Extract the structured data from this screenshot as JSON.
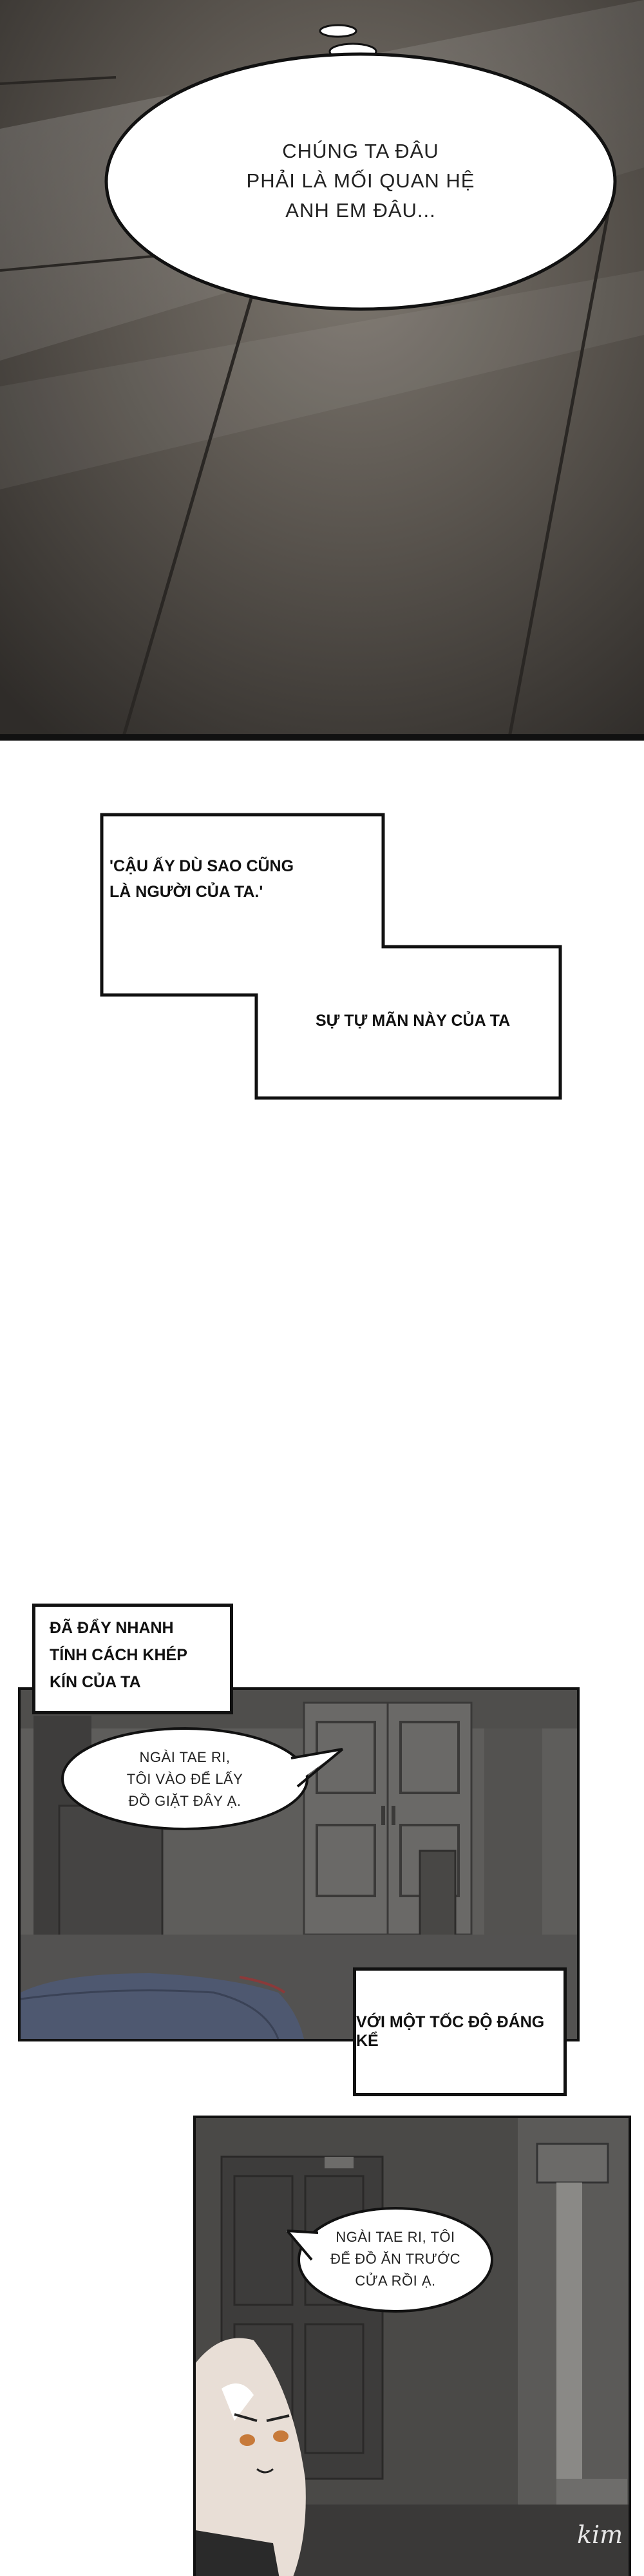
{
  "panel1": {
    "bubble_lines": [
      "CHÚNG TA ĐÂU",
      "PHẢI LÀ MỐI QUAN HỆ",
      "ANH EM ĐÂU..."
    ]
  },
  "caption1": {
    "lines": [
      "'CẬU ẤY DÙ SAO CŨNG",
      "LÀ NGƯỜI CỦA TA.'"
    ]
  },
  "caption2": {
    "text": "SỰ TỰ MÃN NÀY CỦA TA"
  },
  "caption3": {
    "lines": [
      "ĐÃ ĐẨY NHANH",
      "TÍNH CÁCH KHÉP",
      "KÍN CỦA TA"
    ]
  },
  "panel2": {
    "bubble_lines": [
      "NGÀI TAE RI,",
      "TÔI VÀO ĐỂ LẤY",
      "ĐỒ GIẶT ĐÂY Ạ."
    ]
  },
  "caption4": {
    "text": "VỚI MỘT TỐC ĐỘ ĐÁNG KỂ"
  },
  "panel3": {
    "bubble_lines": [
      "NGÀI TAE RI, TÔI",
      "ĐỂ ĐỒ ĂN TRƯỚC",
      "CỬA RỒI Ạ."
    ]
  },
  "watermark": "kim"
}
